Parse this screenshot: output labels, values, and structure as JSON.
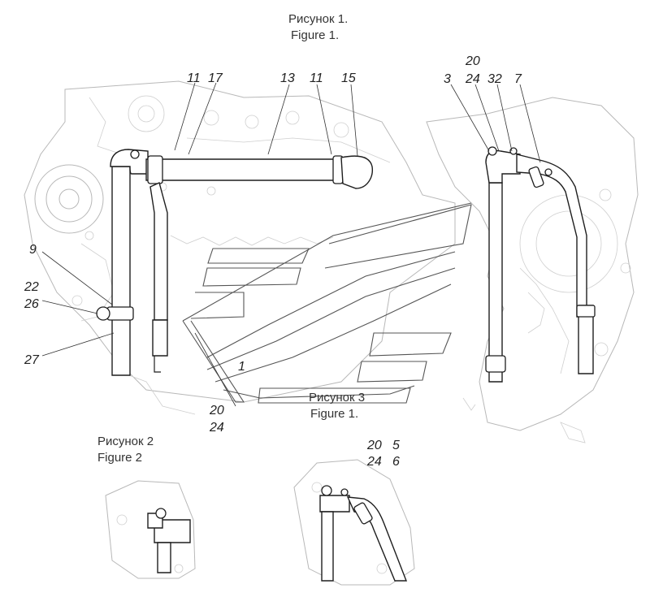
{
  "figure1": {
    "title_ru": "Рисунок 1.",
    "title_en": "Figure 1."
  },
  "figure2": {
    "title_ru": "Рисунок 2",
    "title_en": "Figure 2"
  },
  "figure3": {
    "title_ru": "Рисунок 3",
    "title_en": "Figure 1."
  },
  "callouts": {
    "c11a": "11",
    "c17": "17",
    "c13": "13",
    "c11b": "11",
    "c15": "15",
    "c20_top": "20",
    "c3": "3",
    "c24_top": "24",
    "c32": "32",
    "c7": "7",
    "c9": "9",
    "c22": "22",
    "c26": "26",
    "c27": "27",
    "c1": "1",
    "c20_bottom": "20",
    "c24_bottom": "24",
    "c20_fig3": "20",
    "c5": "5",
    "c24_fig3": "24",
    "c6": "6"
  }
}
